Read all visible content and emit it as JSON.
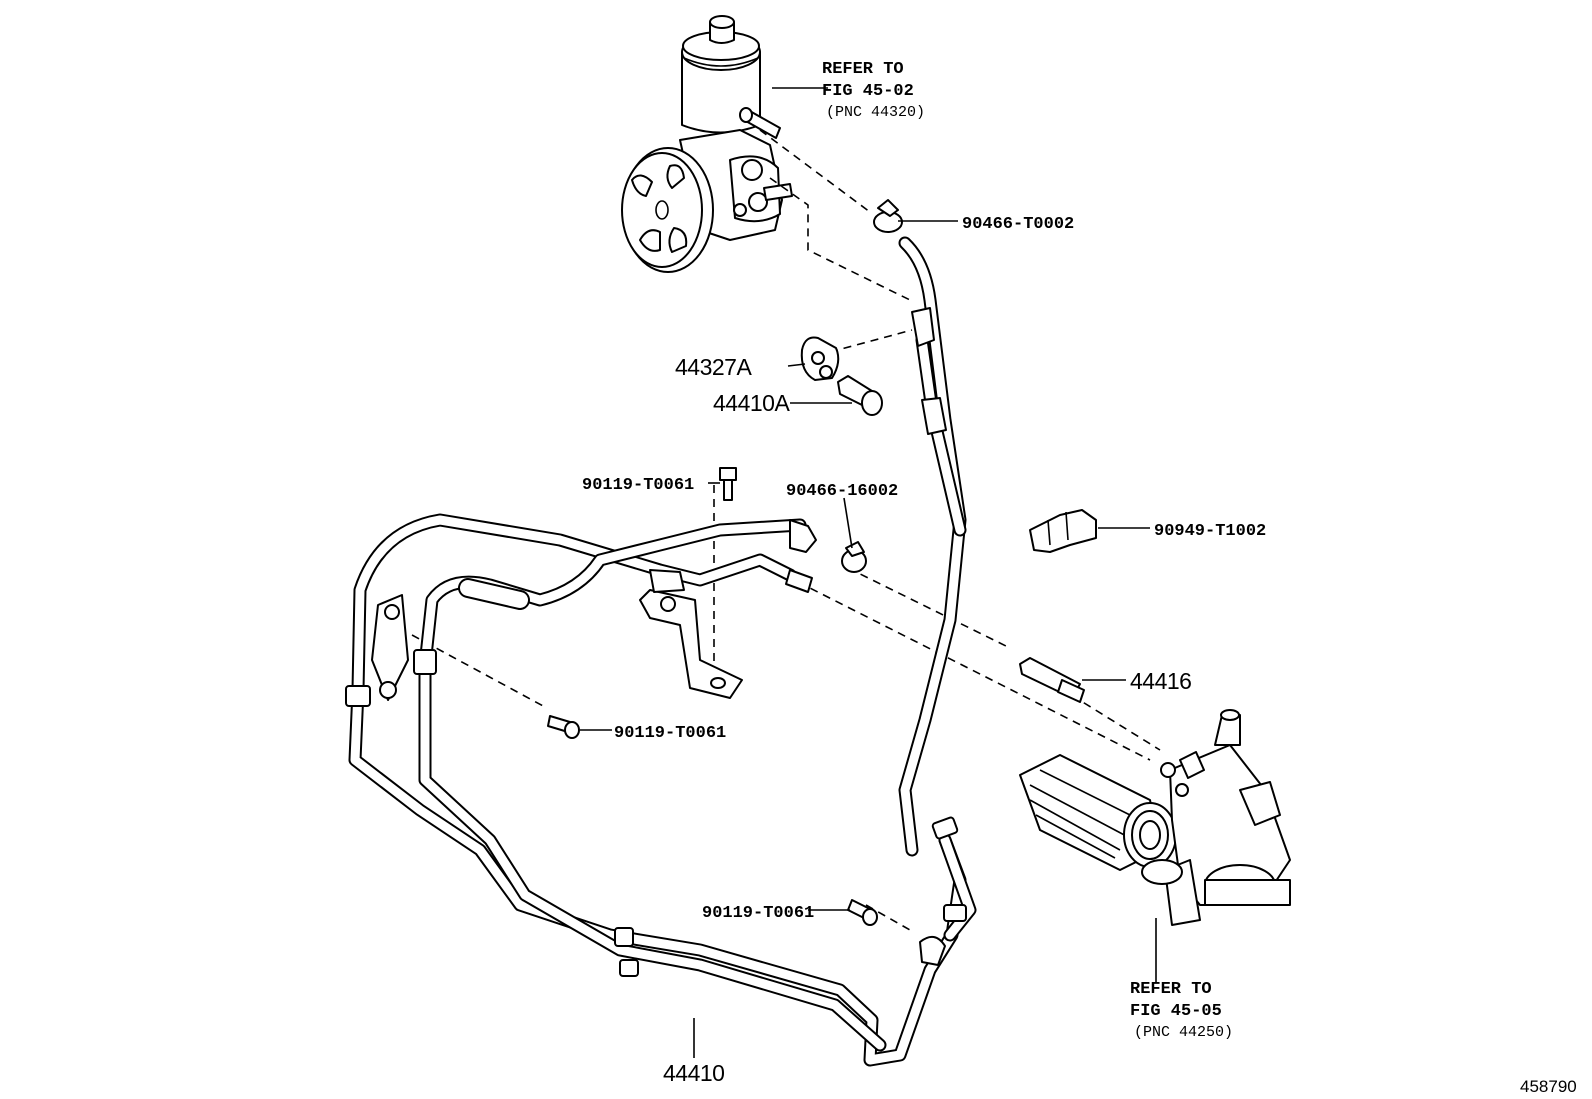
{
  "diagram_id": "458790",
  "callouts": {
    "pump_ref": {
      "line1": "REFER TO",
      "line2": "FIG 45-02",
      "line3": "(PNC 44320)"
    },
    "gear_ref": {
      "line1": "REFER TO",
      "line2": "FIG 45-05",
      "line3": "(PNC 44250)"
    },
    "clamp_top": "90466-T0002",
    "gasket": "44327A",
    "union_bolt": "44410A",
    "bolt_upper": "90119-T0061",
    "clamp_mid": "90466-16002",
    "clip": "90949-T1002",
    "union": "44416",
    "bolt_left": "90119-T0061",
    "bolt_lower": "90119-T0061",
    "tube_assy": "44410"
  },
  "icons": [
    "power-steering-pump-icon",
    "reservoir-icon",
    "pulley-icon",
    "hose-clamp-icon",
    "gasket-icon",
    "union-bolt-icon",
    "bolt-icon",
    "clip-icon",
    "union-fitting-icon",
    "steering-gear-icon",
    "pressure-tube-icon",
    "bracket-icon"
  ],
  "colors": {
    "line": "#000000",
    "background": "#ffffff"
  }
}
